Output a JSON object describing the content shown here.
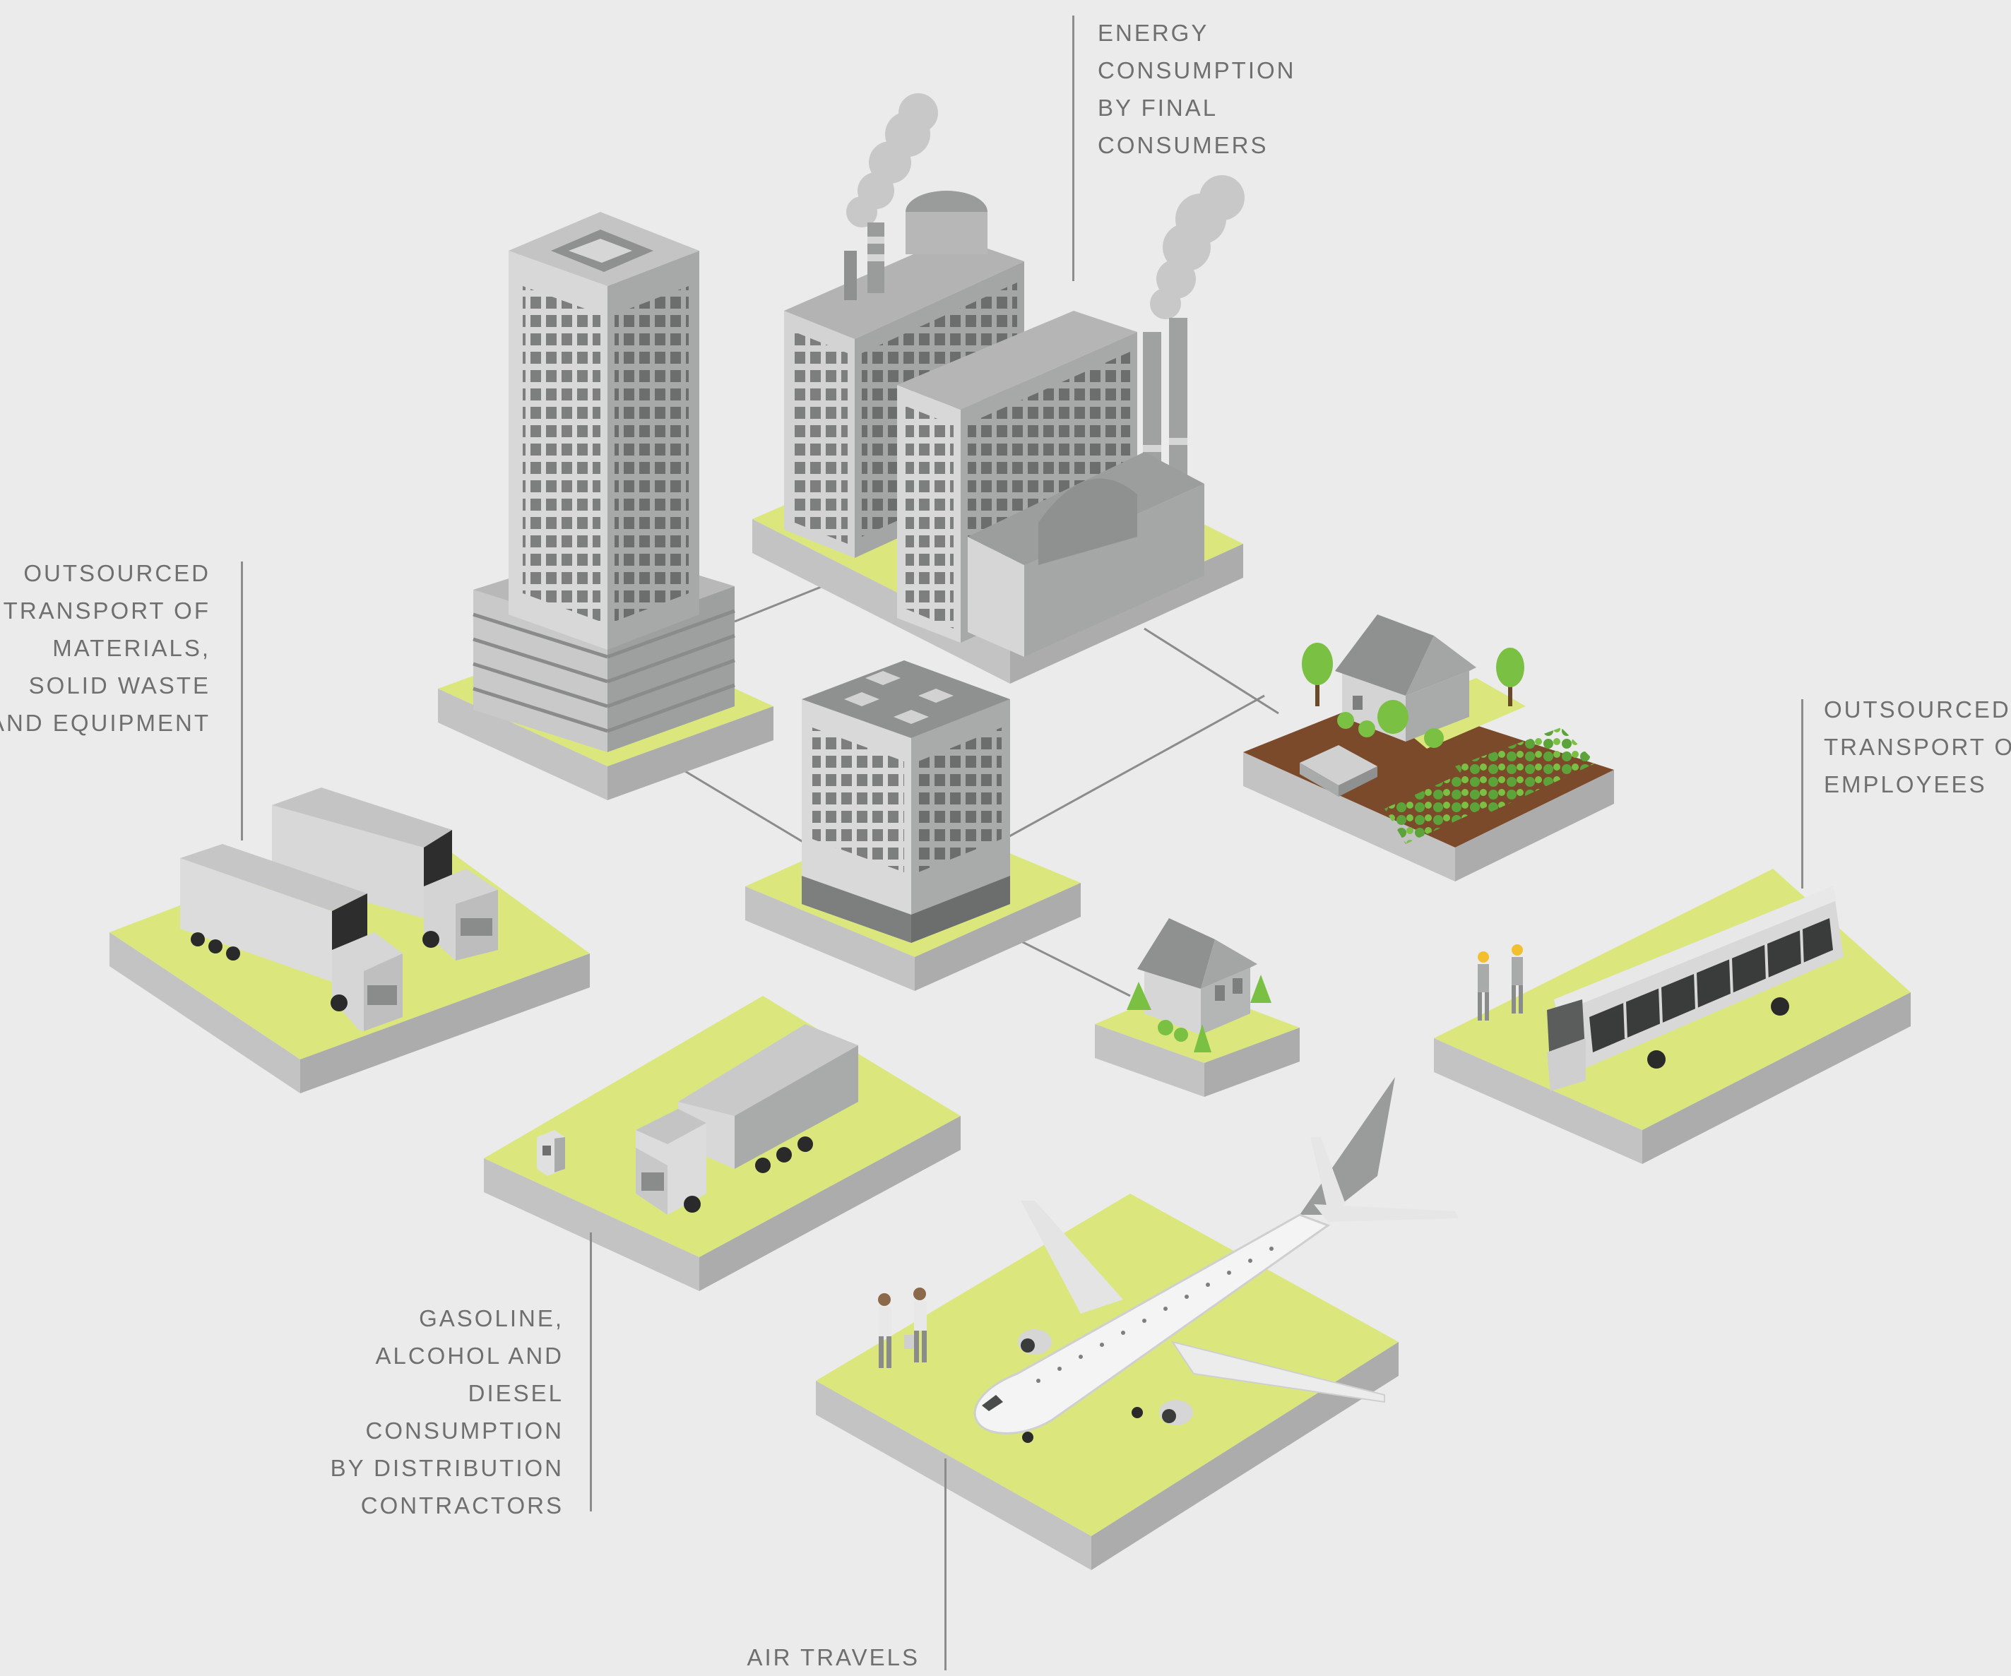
{
  "labels": {
    "energy": [
      "ENERGY",
      "CONSUMPTION",
      "BY FINAL",
      "CONSUMERS"
    ],
    "materials": [
      "OUTSOURCED",
      "TRANSPORT OF",
      "MATERIALS,",
      "SOLID WASTE",
      "AND EQUIPMENT"
    ],
    "employees": [
      "OUTSOURCED",
      "TRANSPORT OF",
      "EMPLOYEES"
    ],
    "fuel": [
      "GASOLINE,",
      "ALCOHOL AND",
      "DIESEL",
      "CONSUMPTION",
      "BY DISTRIBUTION",
      "CONTRACTORS"
    ],
    "air": [
      "AIR TRAVELS"
    ]
  },
  "colors": {
    "background": "#ebebeb",
    "platform_top": "#dbe77c",
    "platform_side": "#c3c3c3",
    "building": "#d6d6d6",
    "building_dark": "#8f9190",
    "label_text": "#6f6f6f",
    "tree": "#7ac043",
    "soil": "#7a4a2a"
  },
  "icons": [
    "office-tower-icon",
    "factory-icon",
    "apartment-building-icon",
    "farmhouse-icon",
    "small-house-icon",
    "trucks-icon",
    "fuel-truck-icon",
    "bus-icon",
    "airplane-icon"
  ]
}
